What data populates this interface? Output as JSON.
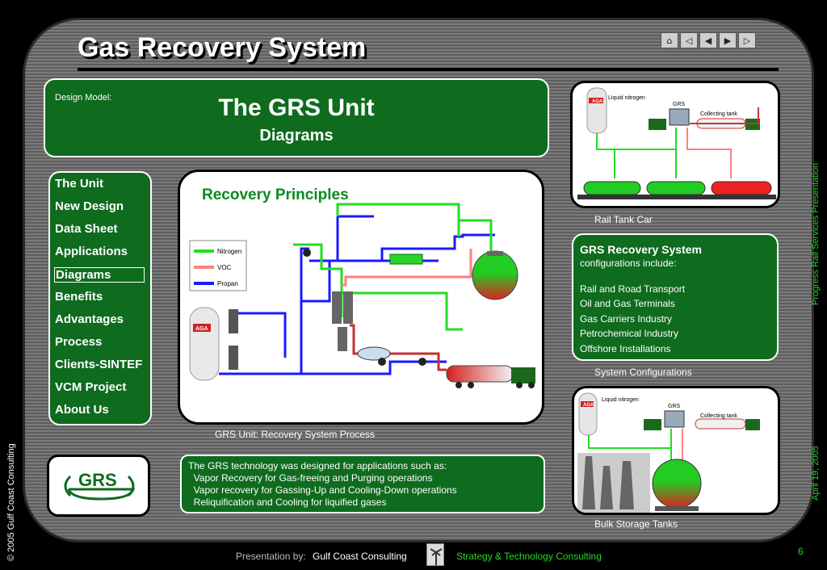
{
  "slide": {
    "title": "Gas Recovery System",
    "page_number": "6"
  },
  "nav_buttons": [
    "home-icon",
    "first-icon",
    "prev-icon",
    "next-icon",
    "last-icon"
  ],
  "header": {
    "design_model": "Design Model:",
    "unit_title": "The GRS Unit",
    "unit_subtitle": "Diagrams"
  },
  "menu": {
    "items": [
      {
        "label": "The Unit"
      },
      {
        "label": "New Design"
      },
      {
        "label": "Data Sheet"
      },
      {
        "label": "Applications"
      },
      {
        "label": "Diagrams"
      },
      {
        "label": "Benefits"
      },
      {
        "label": "Advantages"
      },
      {
        "label": "Process"
      },
      {
        "label": "Clients-SINTEF"
      },
      {
        "label": "VCM Project"
      },
      {
        "label": "About Us"
      }
    ],
    "active": "Diagrams"
  },
  "diagram": {
    "heading": "Recovery Principles",
    "legend": [
      "Nitrogen",
      "VOC",
      "Propan"
    ],
    "caption": "GRS Unit: Recovery System Process",
    "tank_label": "AGA"
  },
  "logo": {
    "text": "GRS"
  },
  "tech": {
    "lines": [
      "The GRS technology was designed for applications such as:",
      "  Vapor Recovery for Gas-freeing and Purging operations",
      "  Vapor recovery for Gassing-Up and Cooling-Down operations",
      "  Reliquification and Cooling for liquified gases"
    ]
  },
  "rail": {
    "labels": [
      "Liquid nitrogen",
      "GRS",
      "Collecting tank",
      "AGA"
    ],
    "caption": "Rail Tank Car"
  },
  "config": {
    "title": "GRS Recovery System",
    "subtitle": "configurations include:",
    "items": [
      "Rail and Road Transport",
      "Oil and Gas Terminals",
      "Gas Carriers Industry",
      "Petrochemical Industry",
      "Offshore Installations"
    ],
    "caption": "System Configurations"
  },
  "storage": {
    "labels": [
      "Liquid nitrogen",
      "GRS",
      "Collecting tank",
      "AGA"
    ],
    "caption": "Bulk Storage Tanks"
  },
  "side_text": {
    "left": "© 2005 Gulf Coast Consulting",
    "right_top": "Progress Rail Services Presentation",
    "right_bottom": "April 19, 2005"
  },
  "footer": {
    "presentation_by": "Presentation by:",
    "company": "Gulf Coast Consulting",
    "tagline": "Strategy & Technology Consulting"
  },
  "colors": {
    "accent_green": "#0f6b1e",
    "nitrogen": "#22dd22",
    "voc": "#ff8080",
    "propan": "#1a1aff"
  }
}
